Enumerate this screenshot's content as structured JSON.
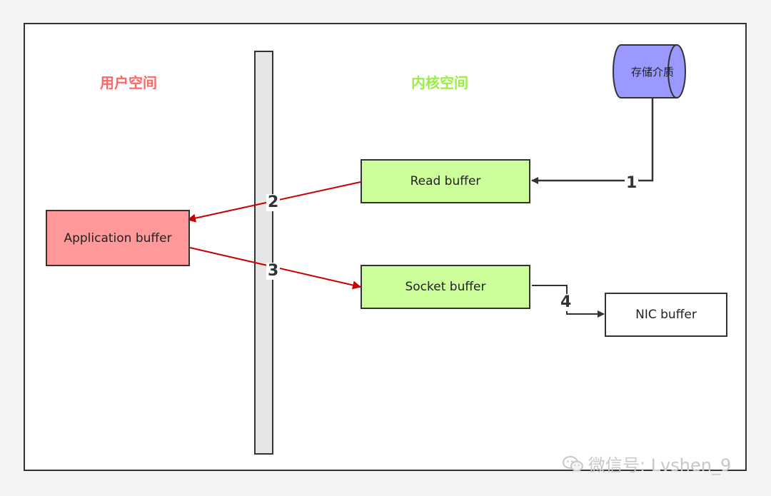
{
  "regions": {
    "user_space": "用户空间",
    "kernel_space": "内核空间"
  },
  "nodes": {
    "storage": "存储介质",
    "read_buffer": "Read buffer",
    "application_buffer": "Application buffer",
    "socket_buffer": "Socket buffer",
    "nic_buffer": "NIC buffer"
  },
  "steps": {
    "s1": "1",
    "s2": "2",
    "s3": "3",
    "s4": "4"
  },
  "watermark": {
    "icon": "wechat-icon",
    "text": "微信号: Lvshen_9"
  },
  "colors": {
    "user_space": "#ff6666",
    "kernel_space": "#99ee44",
    "storage_fill": "#9999ff",
    "kernel_box_fill": "#ccff99",
    "app_box_fill": "#ff9999",
    "arrow_red": "#cc0000",
    "arrow_dark": "#333333"
  }
}
